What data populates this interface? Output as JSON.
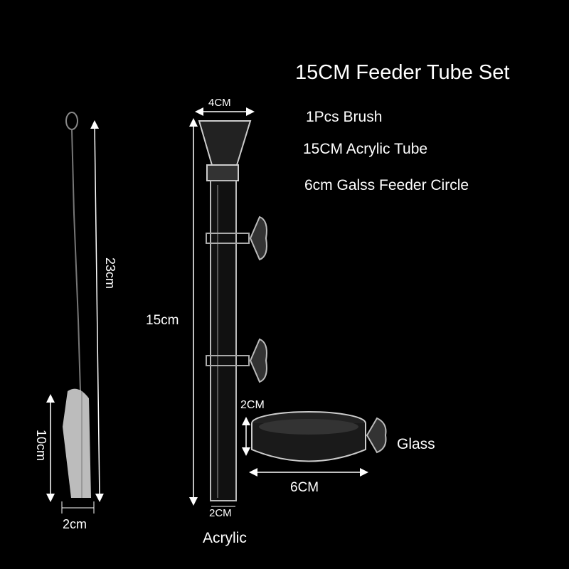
{
  "title": "15CM Feeder Tube Set",
  "contents": [
    "1Pcs Brush",
    "15CM Acrylic Tube",
    "6cm Galss Feeder Circle"
  ],
  "brush": {
    "length_label": "23cm",
    "bristle_label": "10cm",
    "width_label": "2cm"
  },
  "tube": {
    "top_label": "4CM",
    "length_label": "15cm",
    "bottom_label": "2CM",
    "material": "Acrylic"
  },
  "ring": {
    "height_label": "2CM",
    "diameter_label": "6CM",
    "material": "Glass"
  },
  "colors": {
    "background": "#000000",
    "text": "#ffffff"
  }
}
